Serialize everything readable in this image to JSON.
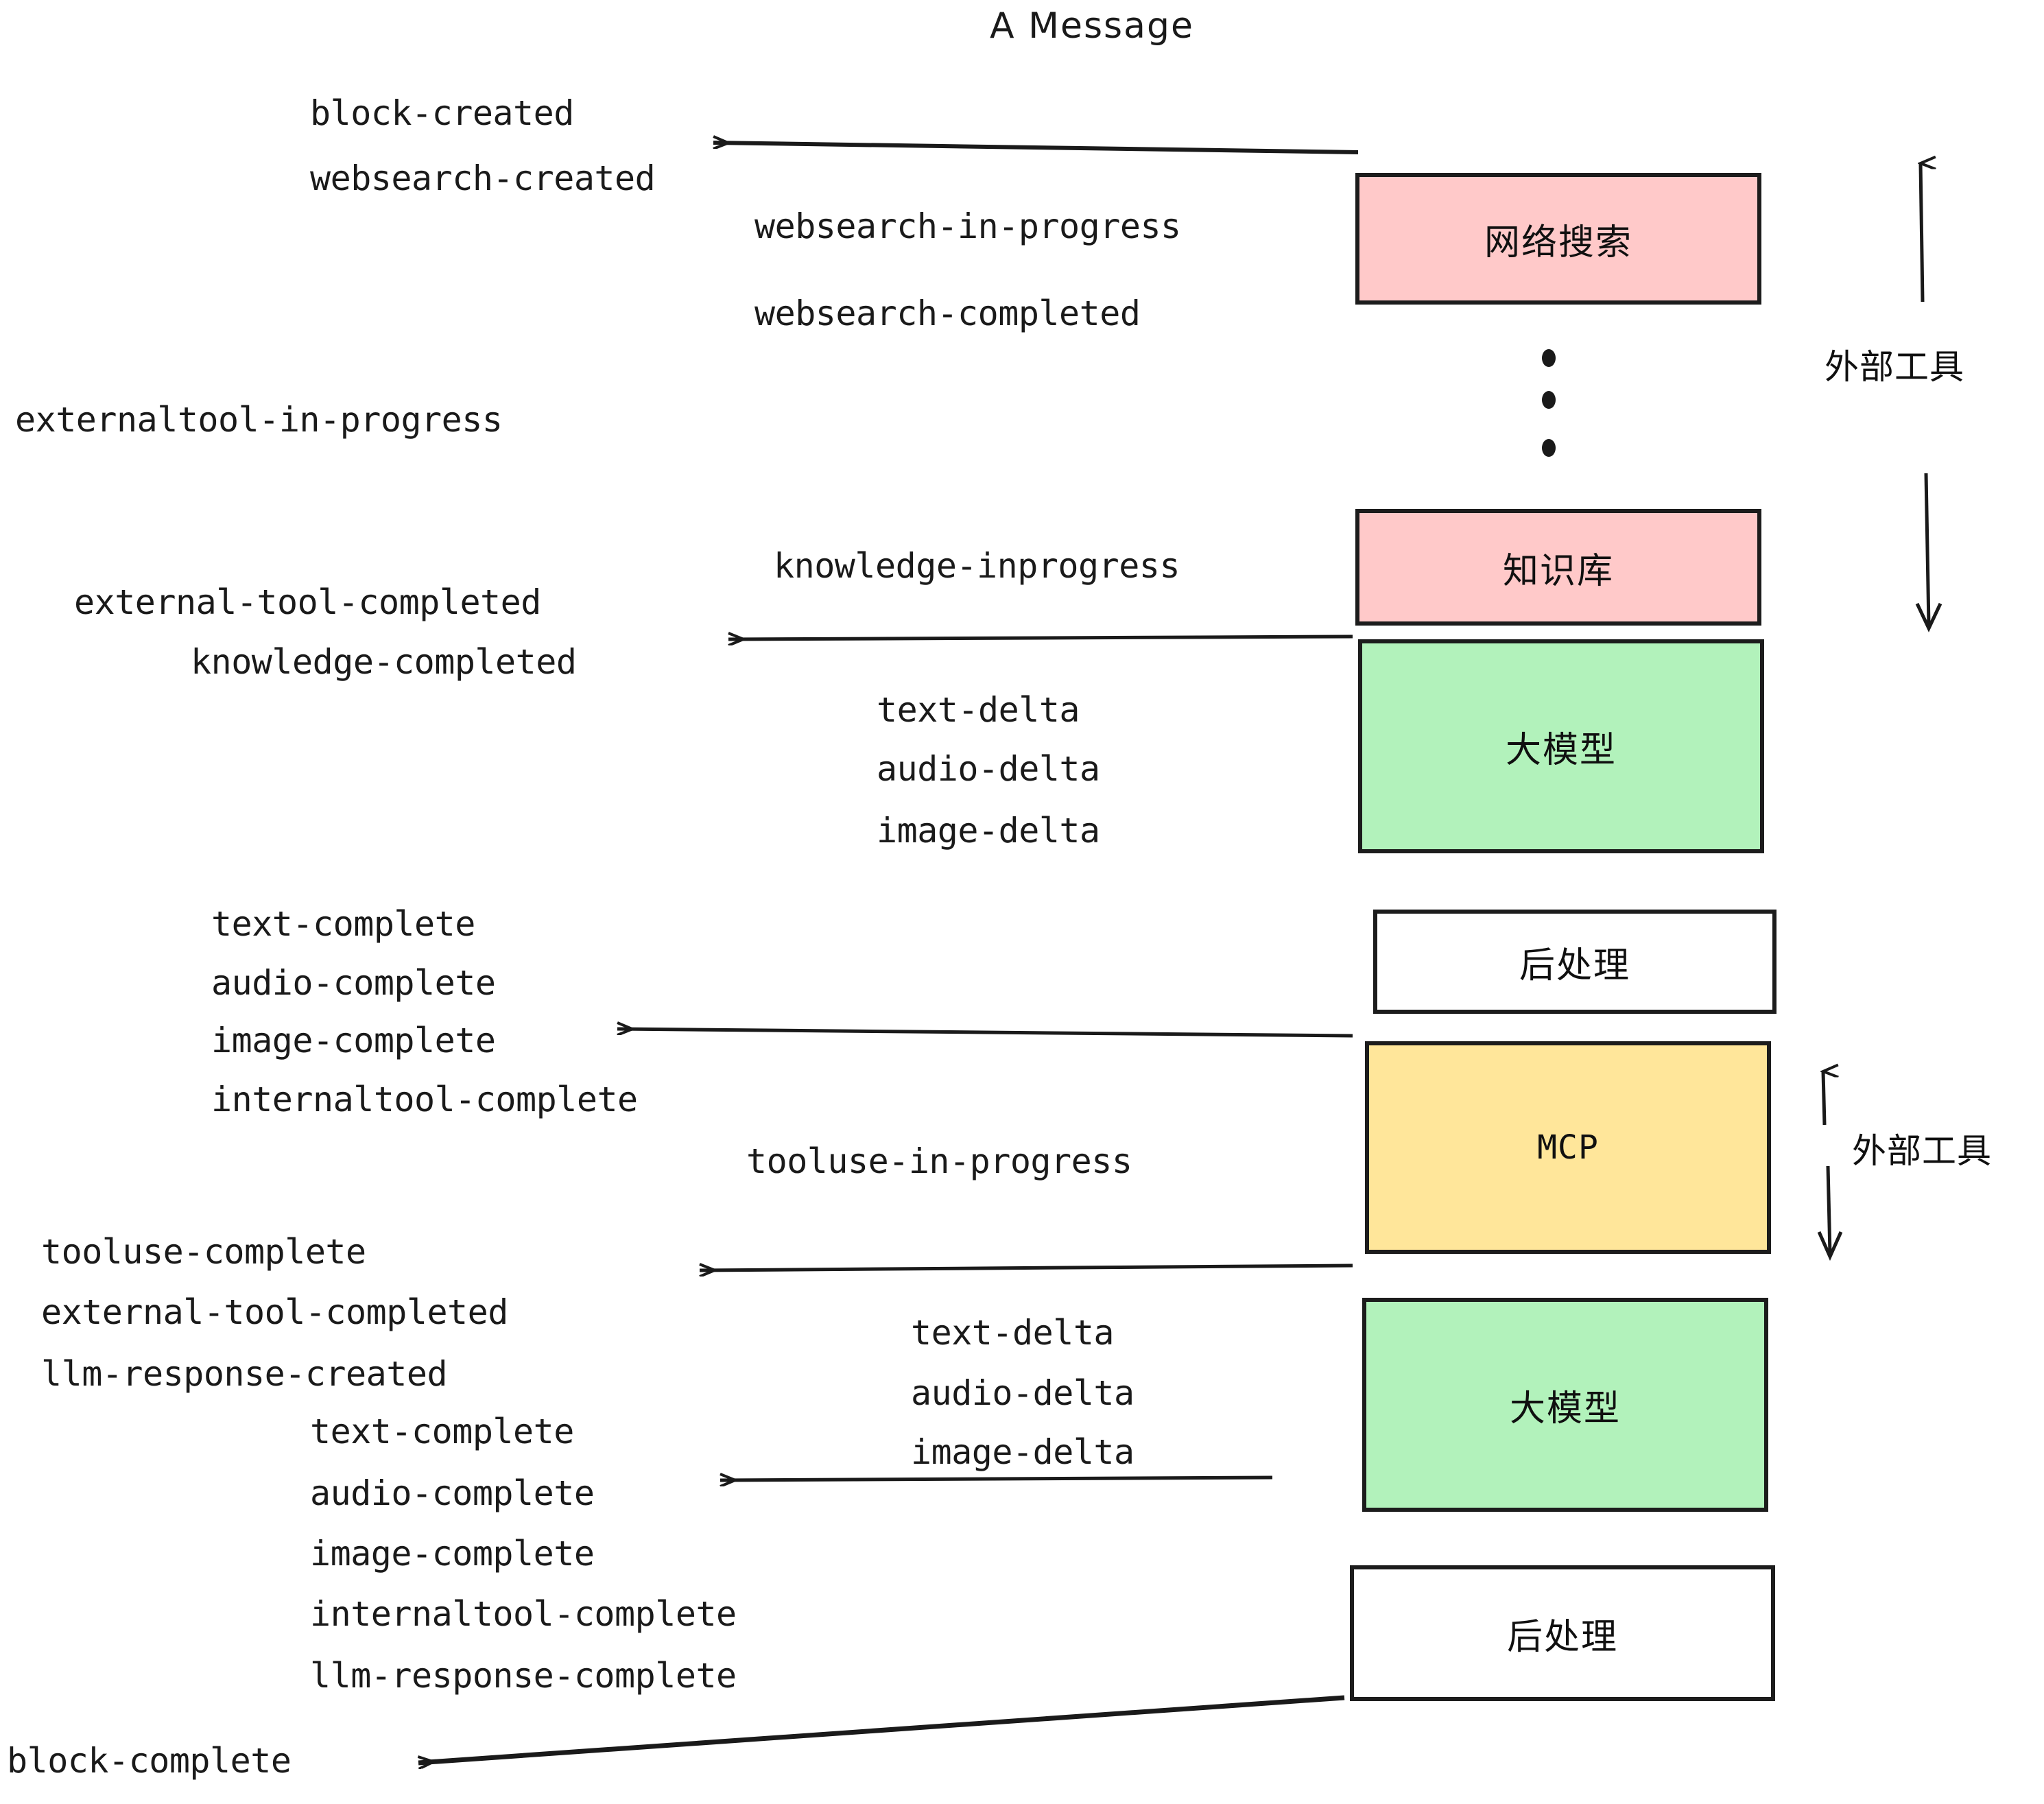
{
  "title": "A Message",
  "colors": {
    "pink": "#FFC9C9",
    "green": "#B2F2BB",
    "yellow": "#FFE69A",
    "white": "#FFFFFF",
    "stroke": "#1C1C1C",
    "text": "#1A1A1A"
  },
  "boxes": [
    {
      "id": "websearch",
      "label": "网络搜索",
      "fill": "pink"
    },
    {
      "id": "knowledge",
      "label": "知识库",
      "fill": "pink"
    },
    {
      "id": "llm-1",
      "label": "大模型",
      "fill": "green"
    },
    {
      "id": "postprocess-1",
      "label": "后处理",
      "fill": "white"
    },
    {
      "id": "mcp",
      "label": "MCP",
      "fill": "yellow"
    },
    {
      "id": "llm-2",
      "label": "大模型",
      "fill": "green"
    },
    {
      "id": "postprocess-2",
      "label": "后处理",
      "fill": "white"
    }
  ],
  "side_labels": [
    {
      "id": "external-tools-top",
      "label": "外部工具"
    },
    {
      "id": "external-tools-bottom",
      "label": "外部工具"
    }
  ],
  "events": {
    "block_created": "block-created",
    "websearch_created": "websearch-created",
    "websearch_in_progress": "websearch-in-progress",
    "websearch_completed": "websearch-completed",
    "externaltool_in_progress": "externaltool-in-progress",
    "knowledge_inprogress": "knowledge-inprogress",
    "external_tool_completed_1": "external-tool-completed",
    "knowledge_completed": "knowledge-completed",
    "text_delta_1": "text-delta",
    "audio_delta_1": "audio-delta",
    "image_delta_1": "image-delta",
    "text_complete_1": "text-complete",
    "audio_complete_1": "audio-complete",
    "image_complete_1": "image-complete",
    "internaltool_complete_1": "internaltool-complete",
    "tooluse_in_progress": "tooluse-in-progress",
    "tooluse_complete": "tooluse-complete",
    "external_tool_completed_2": "external-tool-completed",
    "llm_response_created": "llm-response-created",
    "text_delta_2": "text-delta",
    "audio_delta_2": "audio-delta",
    "image_delta_2": "image-delta",
    "text_complete_2": "text-complete",
    "audio_complete_2": "audio-complete",
    "image_complete_2": "image-complete",
    "internaltool_complete_2": "internaltool-complete",
    "llm_response_complete": "llm-response-complete",
    "block_complete": "block-complete"
  },
  "ellipsis": {
    "id": "vertical-ellipsis",
    "count": 3
  }
}
